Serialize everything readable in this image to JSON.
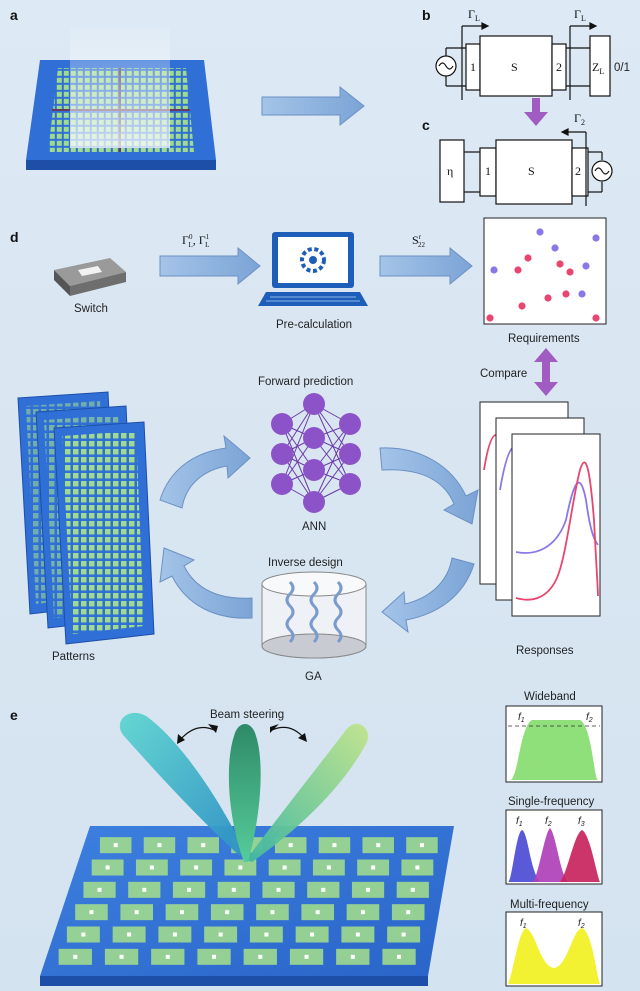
{
  "panels": {
    "a": "a",
    "b": "b",
    "c": "c",
    "d": "d",
    "e": "e"
  },
  "circuit_b": {
    "gamma_in": "Γ",
    "gamma_in_sub": "L",
    "gamma_out": "Γ",
    "gamma_out_sub": "L",
    "port1": "1",
    "port2": "2",
    "block": "S",
    "load": "Z",
    "load_sub": "L",
    "state": "0/1"
  },
  "circuit_c": {
    "eta": "η",
    "port1": "1",
    "port2": "2",
    "block": "S",
    "gamma": "Γ",
    "gamma_sub": "2"
  },
  "workflow": {
    "switch_label": "Switch",
    "arrow1_label": "Γ",
    "arrow1_sup0": "0",
    "arrow1_sup1": "1",
    "arrow1_sub": "L",
    "arrow2_label": "S",
    "arrow2_sup": "r",
    "arrow2_sub": "22",
    "precalc_label": "Pre-calculation",
    "requirements_label": "Requirements",
    "compare_label": "Compare",
    "forward_label": "Forward prediction",
    "ann_label": "ANN",
    "inverse_label": "Inverse design",
    "ga_label": "GA",
    "patterns_label": "Patterns",
    "responses_label": "Responses"
  },
  "panel_e": {
    "beam_label": "Beam steering",
    "wideband_title": "Wideband",
    "single_title": "Single-frequency",
    "multi_title": "Multi-frequency",
    "f1": "f",
    "f2": "f",
    "f3": "f",
    "s1": "1",
    "s2": "2",
    "s3": "3"
  },
  "colors": {
    "background": "#d8e6f2",
    "arrow_fill": "#8fb4dd",
    "purple_arrow": "#a05cc0",
    "board_blue": "#2f6fd6",
    "pixel_green": "#a6e08a",
    "ann_node": "#8c52c8",
    "req_blue_dot": "#8878e8",
    "req_red_dot": "#e8466e",
    "wideband_fill": "#8fe07a",
    "single_blue": "#5a5ad8",
    "single_purple": "#b040b8",
    "single_red": "#c8245c",
    "multi_fill": "#f2f232"
  }
}
